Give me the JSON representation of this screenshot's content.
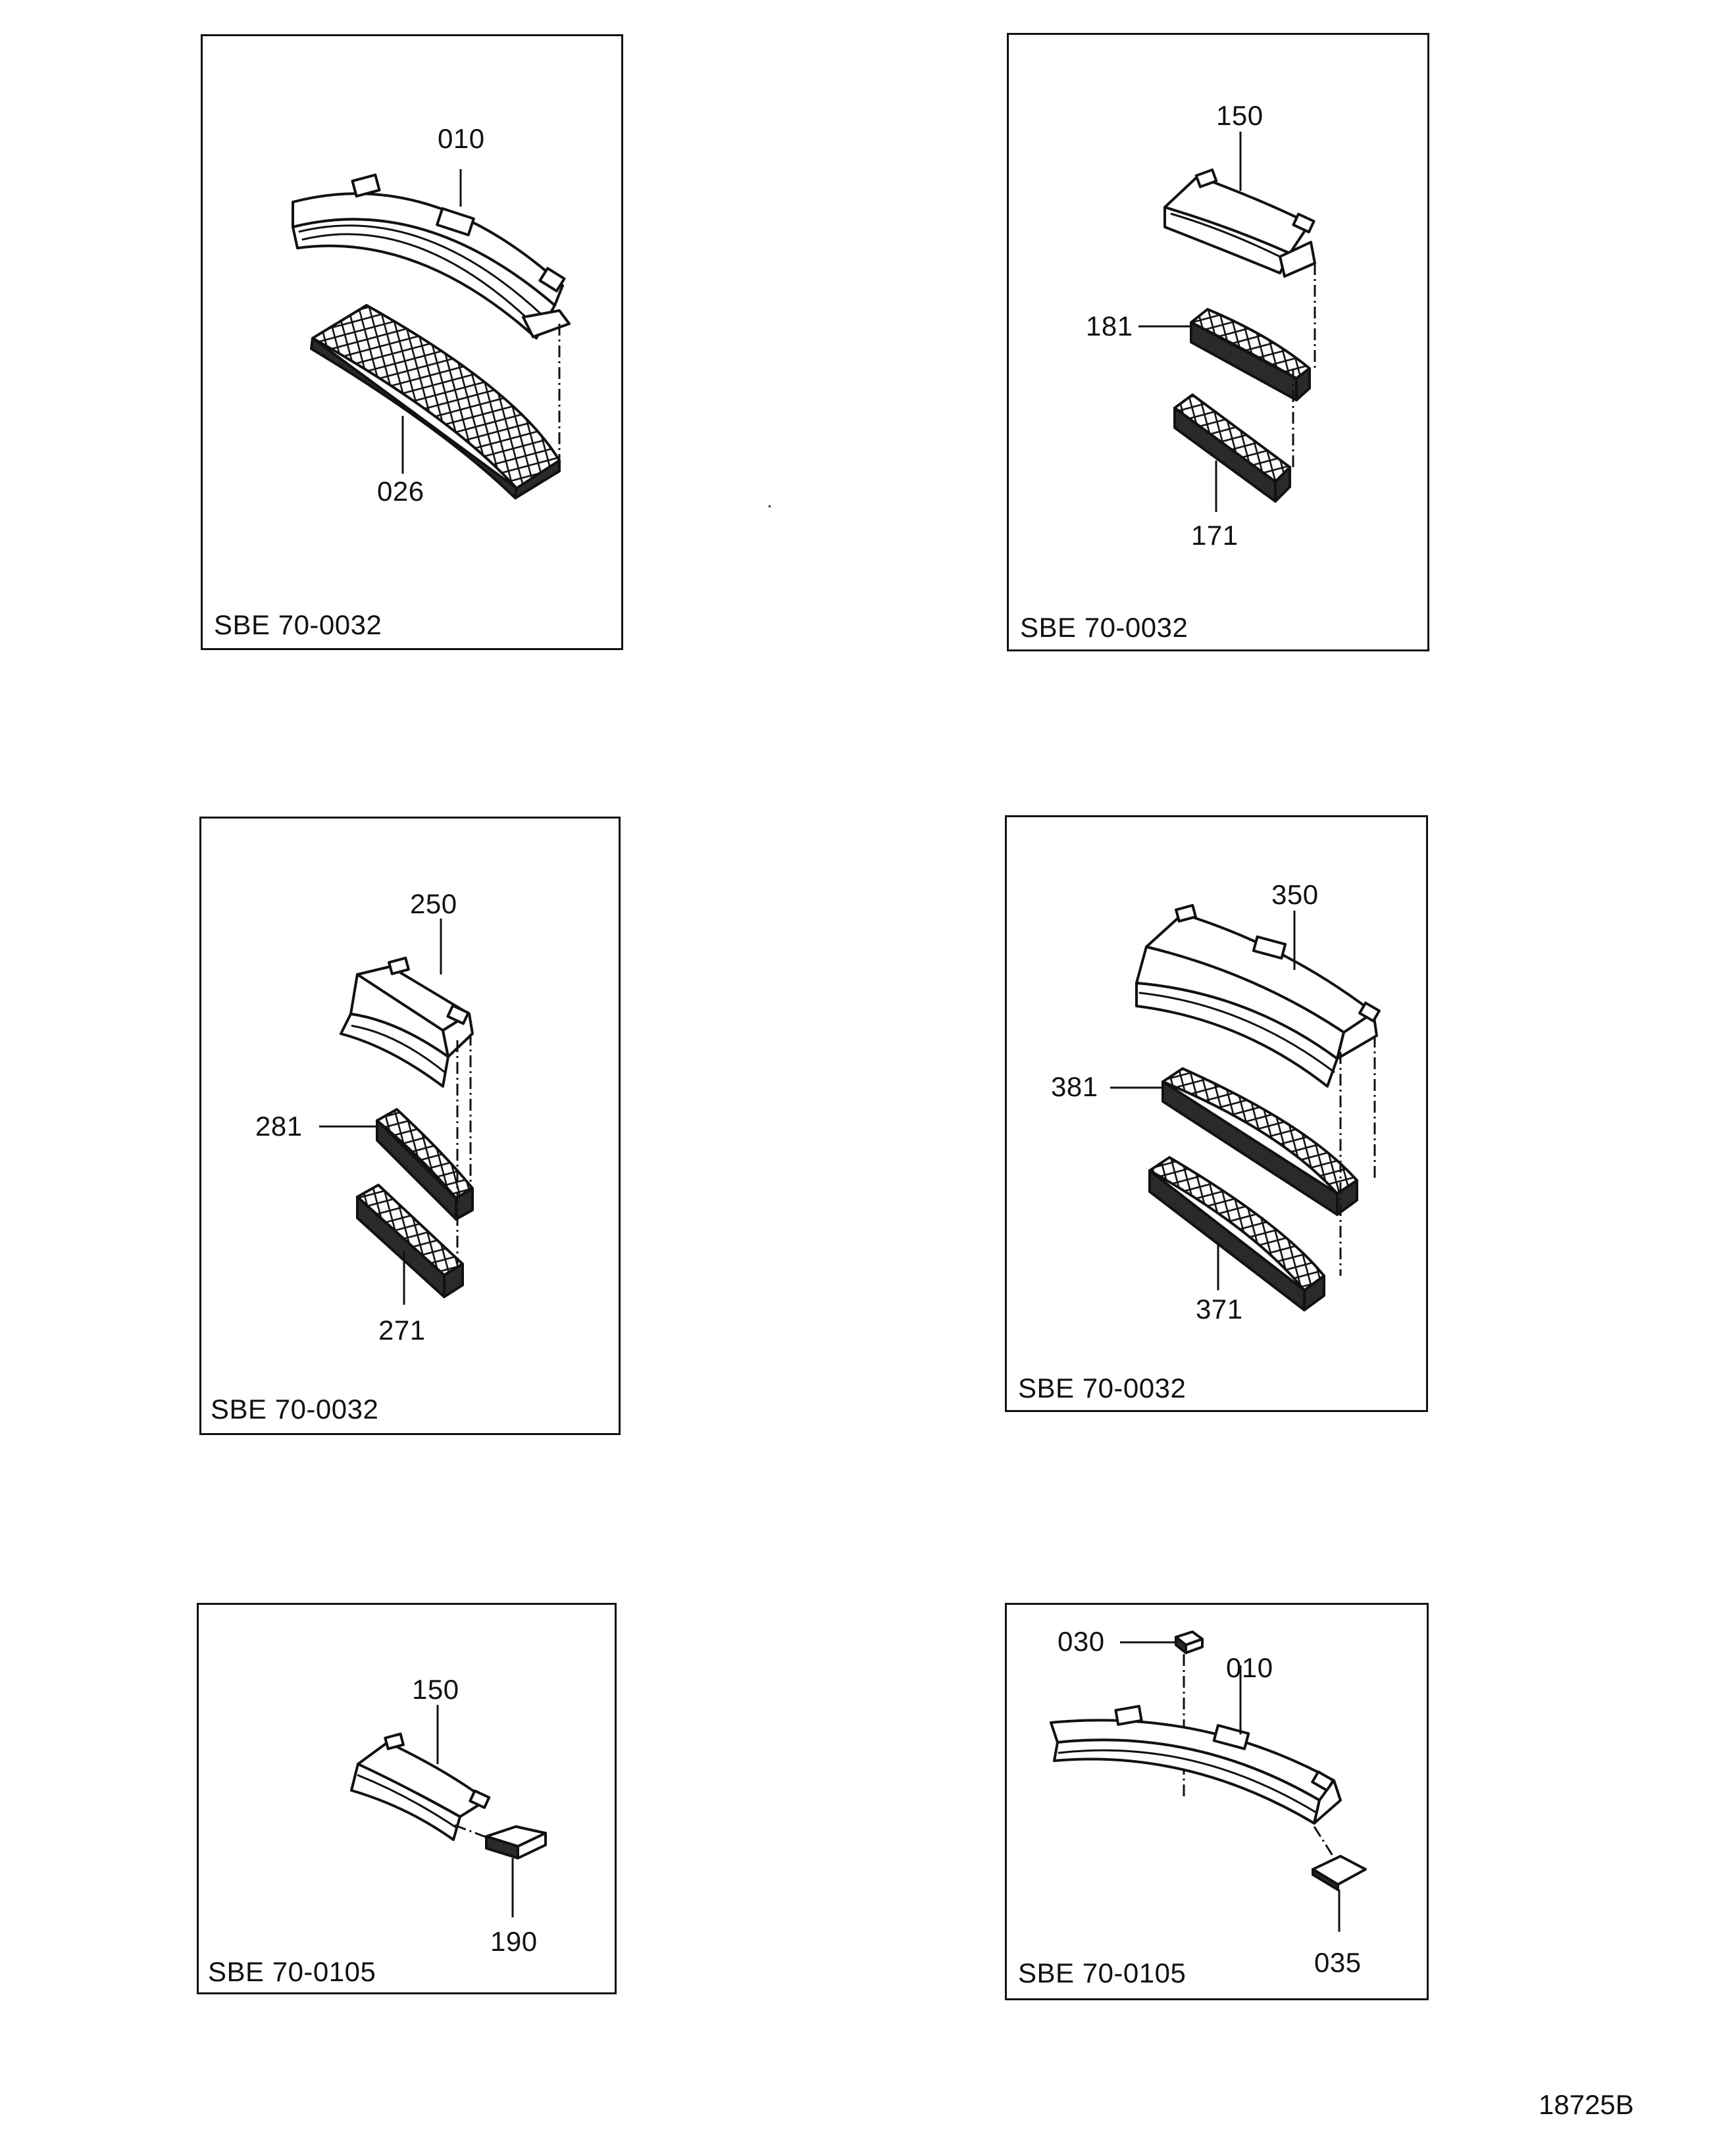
{
  "figure_number": "18725B",
  "panels": [
    {
      "reference": "SBE 70-0032",
      "callouts": [
        "010",
        "026"
      ]
    },
    {
      "reference": "SBE 70-0032",
      "callouts": [
        "150",
        "181",
        "171"
      ]
    },
    {
      "reference": "SBE 70-0032",
      "callouts": [
        "250",
        "281",
        "271"
      ]
    },
    {
      "reference": "SBE 70-0032",
      "callouts": [
        "350",
        "381",
        "371"
      ]
    },
    {
      "reference": "SBE 70-0105",
      "callouts": [
        "150",
        "190"
      ]
    },
    {
      "reference": "SBE 70-0105",
      "callouts": [
        "030",
        "010",
        "035"
      ]
    }
  ]
}
